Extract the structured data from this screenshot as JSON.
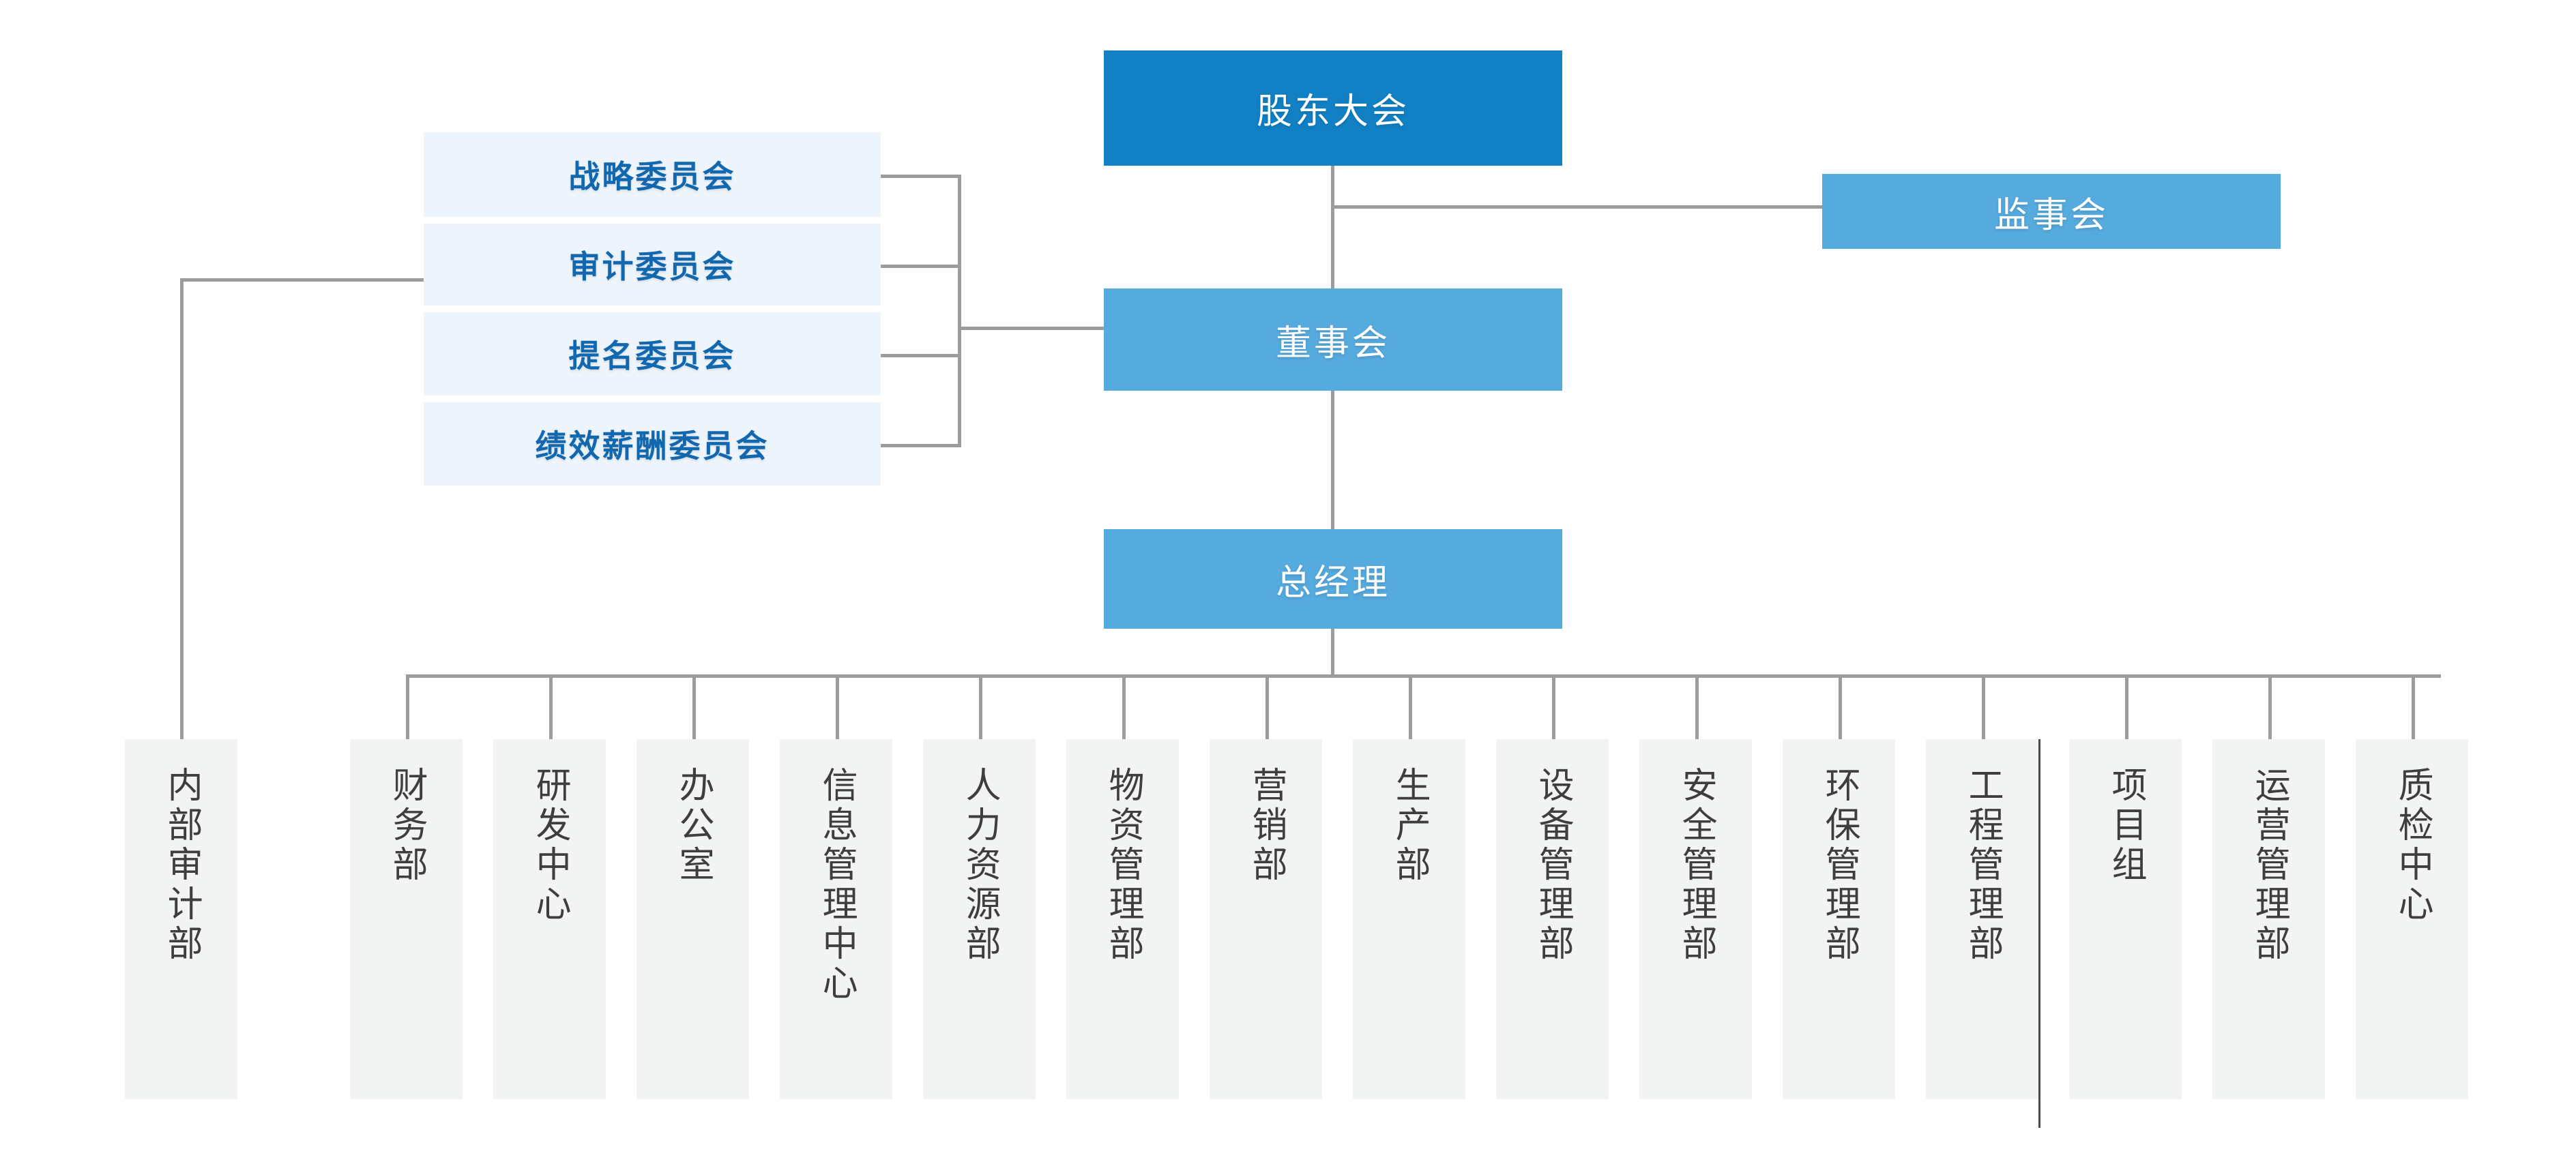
{
  "chart_title": "",
  "colors": {
    "primary": "#1180C4",
    "secondary": "#55AADE",
    "committee_bg": "#EDF4FB",
    "committee_text": "#1168AF",
    "dept_bg": "#F2F4F4",
    "dept_text": "#3E3E3E",
    "connector": "#9C9C9C",
    "page_bg": "#FFFFFF"
  },
  "top": {
    "shareholders": "股东大会",
    "supervisory_board": "监事会",
    "board_of_directors": "董事会",
    "general_manager": "总经理"
  },
  "committees": [
    {
      "label": "战略委员会"
    },
    {
      "label": "审计委员会"
    },
    {
      "label": "提名委员会"
    },
    {
      "label": "绩效薪酬委员会"
    }
  ],
  "internal_audit": {
    "label": "内部审计部"
  },
  "departments": [
    {
      "label": "财务部"
    },
    {
      "label": "研发中心"
    },
    {
      "label": "办公室"
    },
    {
      "label": "信息管理中心"
    },
    {
      "label": "人力资源部"
    },
    {
      "label": "物资管理部"
    },
    {
      "label": "营销部"
    },
    {
      "label": "生产部"
    },
    {
      "label": "设备管理部"
    },
    {
      "label": "安全管理部"
    },
    {
      "label": "环保管理部"
    },
    {
      "label": "工程管理部"
    },
    {
      "label": "项目组"
    },
    {
      "label": "运营管理部"
    },
    {
      "label": "质检中心"
    }
  ]
}
